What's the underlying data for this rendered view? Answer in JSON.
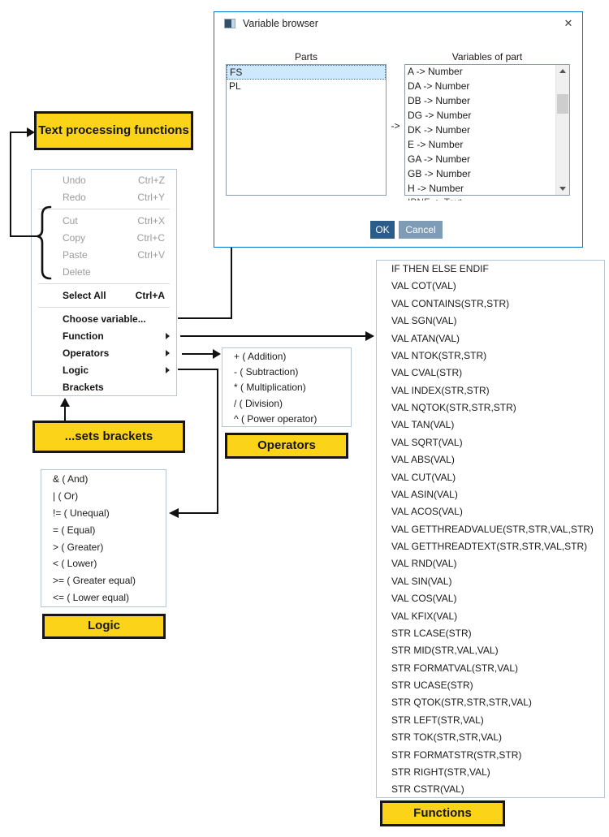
{
  "labels": {
    "text_processing": "Text processing functions",
    "sets_brackets": "...sets brackets",
    "operators": "Operators",
    "logic": "Logic",
    "functions": "Functions"
  },
  "dialog": {
    "title": "Variable browser",
    "close_icon": "✕",
    "parts_label": "Parts",
    "variables_label": "Variables of part",
    "transfer_arrow": "->",
    "parts": [
      {
        "label": "FS",
        "selected": true
      },
      {
        "label": "PL"
      }
    ],
    "variables": [
      "A -> Number",
      "DA -> Number",
      "DB -> Number",
      "DG -> Number",
      "DK -> Number",
      "E -> Number",
      "GA -> Number",
      "GB -> Number",
      "H -> Number"
    ],
    "variables_clipped": "IBNF -> Text",
    "ok_label": "OK",
    "cancel_label": "Cancel"
  },
  "context_menu": {
    "items": [
      {
        "label": "Undo",
        "shortcut": "Ctrl+Z",
        "disabled": true
      },
      {
        "label": "Redo",
        "shortcut": "Ctrl+Y",
        "disabled": true
      },
      {
        "type": "separator"
      },
      {
        "label": "Cut",
        "shortcut": "Ctrl+X",
        "disabled": true
      },
      {
        "label": "Copy",
        "shortcut": "Ctrl+C",
        "disabled": true
      },
      {
        "label": "Paste",
        "shortcut": "Ctrl+V",
        "disabled": true
      },
      {
        "label": "Delete",
        "disabled": true
      },
      {
        "type": "separator"
      },
      {
        "label": "Select All",
        "shortcut": "Ctrl+A"
      },
      {
        "type": "separator"
      },
      {
        "label": "Choose variable..."
      },
      {
        "label": "Function",
        "submenu": true
      },
      {
        "label": "Operators",
        "submenu": true
      },
      {
        "label": "Logic",
        "submenu": true
      },
      {
        "label": "Brackets"
      }
    ]
  },
  "operators_menu": {
    "items": [
      "+ ( Addition)",
      "- ( Subtraction)",
      "* ( Multiplication)",
      "/ ( Division)",
      "^ ( Power operator)"
    ]
  },
  "logic_menu": {
    "items": [
      "& ( And)",
      "| ( Or)",
      "!= ( Unequal)",
      "= ( Equal)",
      "> ( Greater)",
      "< ( Lower)",
      ">= ( Greater equal)",
      "<= ( Lower equal)"
    ]
  },
  "functions_menu": {
    "items": [
      "IF THEN ELSE ENDIF",
      "VAL COT(VAL)",
      "VAL CONTAINS(STR,STR)",
      "VAL SGN(VAL)",
      "VAL ATAN(VAL)",
      "VAL NTOK(STR,STR)",
      "VAL CVAL(STR)",
      "VAL INDEX(STR,STR)",
      "VAL NQTOK(STR,STR,STR)",
      "VAL TAN(VAL)",
      "VAL SQRT(VAL)",
      "VAL ABS(VAL)",
      "VAL CUT(VAL)",
      "VAL ASIN(VAL)",
      "VAL ACOS(VAL)",
      "VAL GETTHREADVALUE(STR,STR,VAL,STR)",
      "VAL GETTHREADTEXT(STR,STR,VAL,STR)",
      "VAL RND(VAL)",
      "VAL SIN(VAL)",
      "VAL COS(VAL)",
      "VAL KFIX(VAL)",
      "STR LCASE(STR)",
      "STR MID(STR,VAL,VAL)",
      "STR FORMATVAL(STR,VAL)",
      "STR UCASE(STR)",
      "STR QTOK(STR,STR,STR,VAL)",
      "STR LEFT(STR,VAL)",
      "STR TOK(STR,STR,VAL)",
      "STR FORMATSTR(STR,STR)",
      "STR RIGHT(STR,VAL)",
      "STR CSTR(VAL)"
    ]
  },
  "colors": {
    "highlight_yellow": "#FBD419",
    "dialog_border": "#0078D7",
    "ok_button": "#2C5D88",
    "cancel_button": "#7E9CB5",
    "selection_bg": "#CDE8FF"
  }
}
